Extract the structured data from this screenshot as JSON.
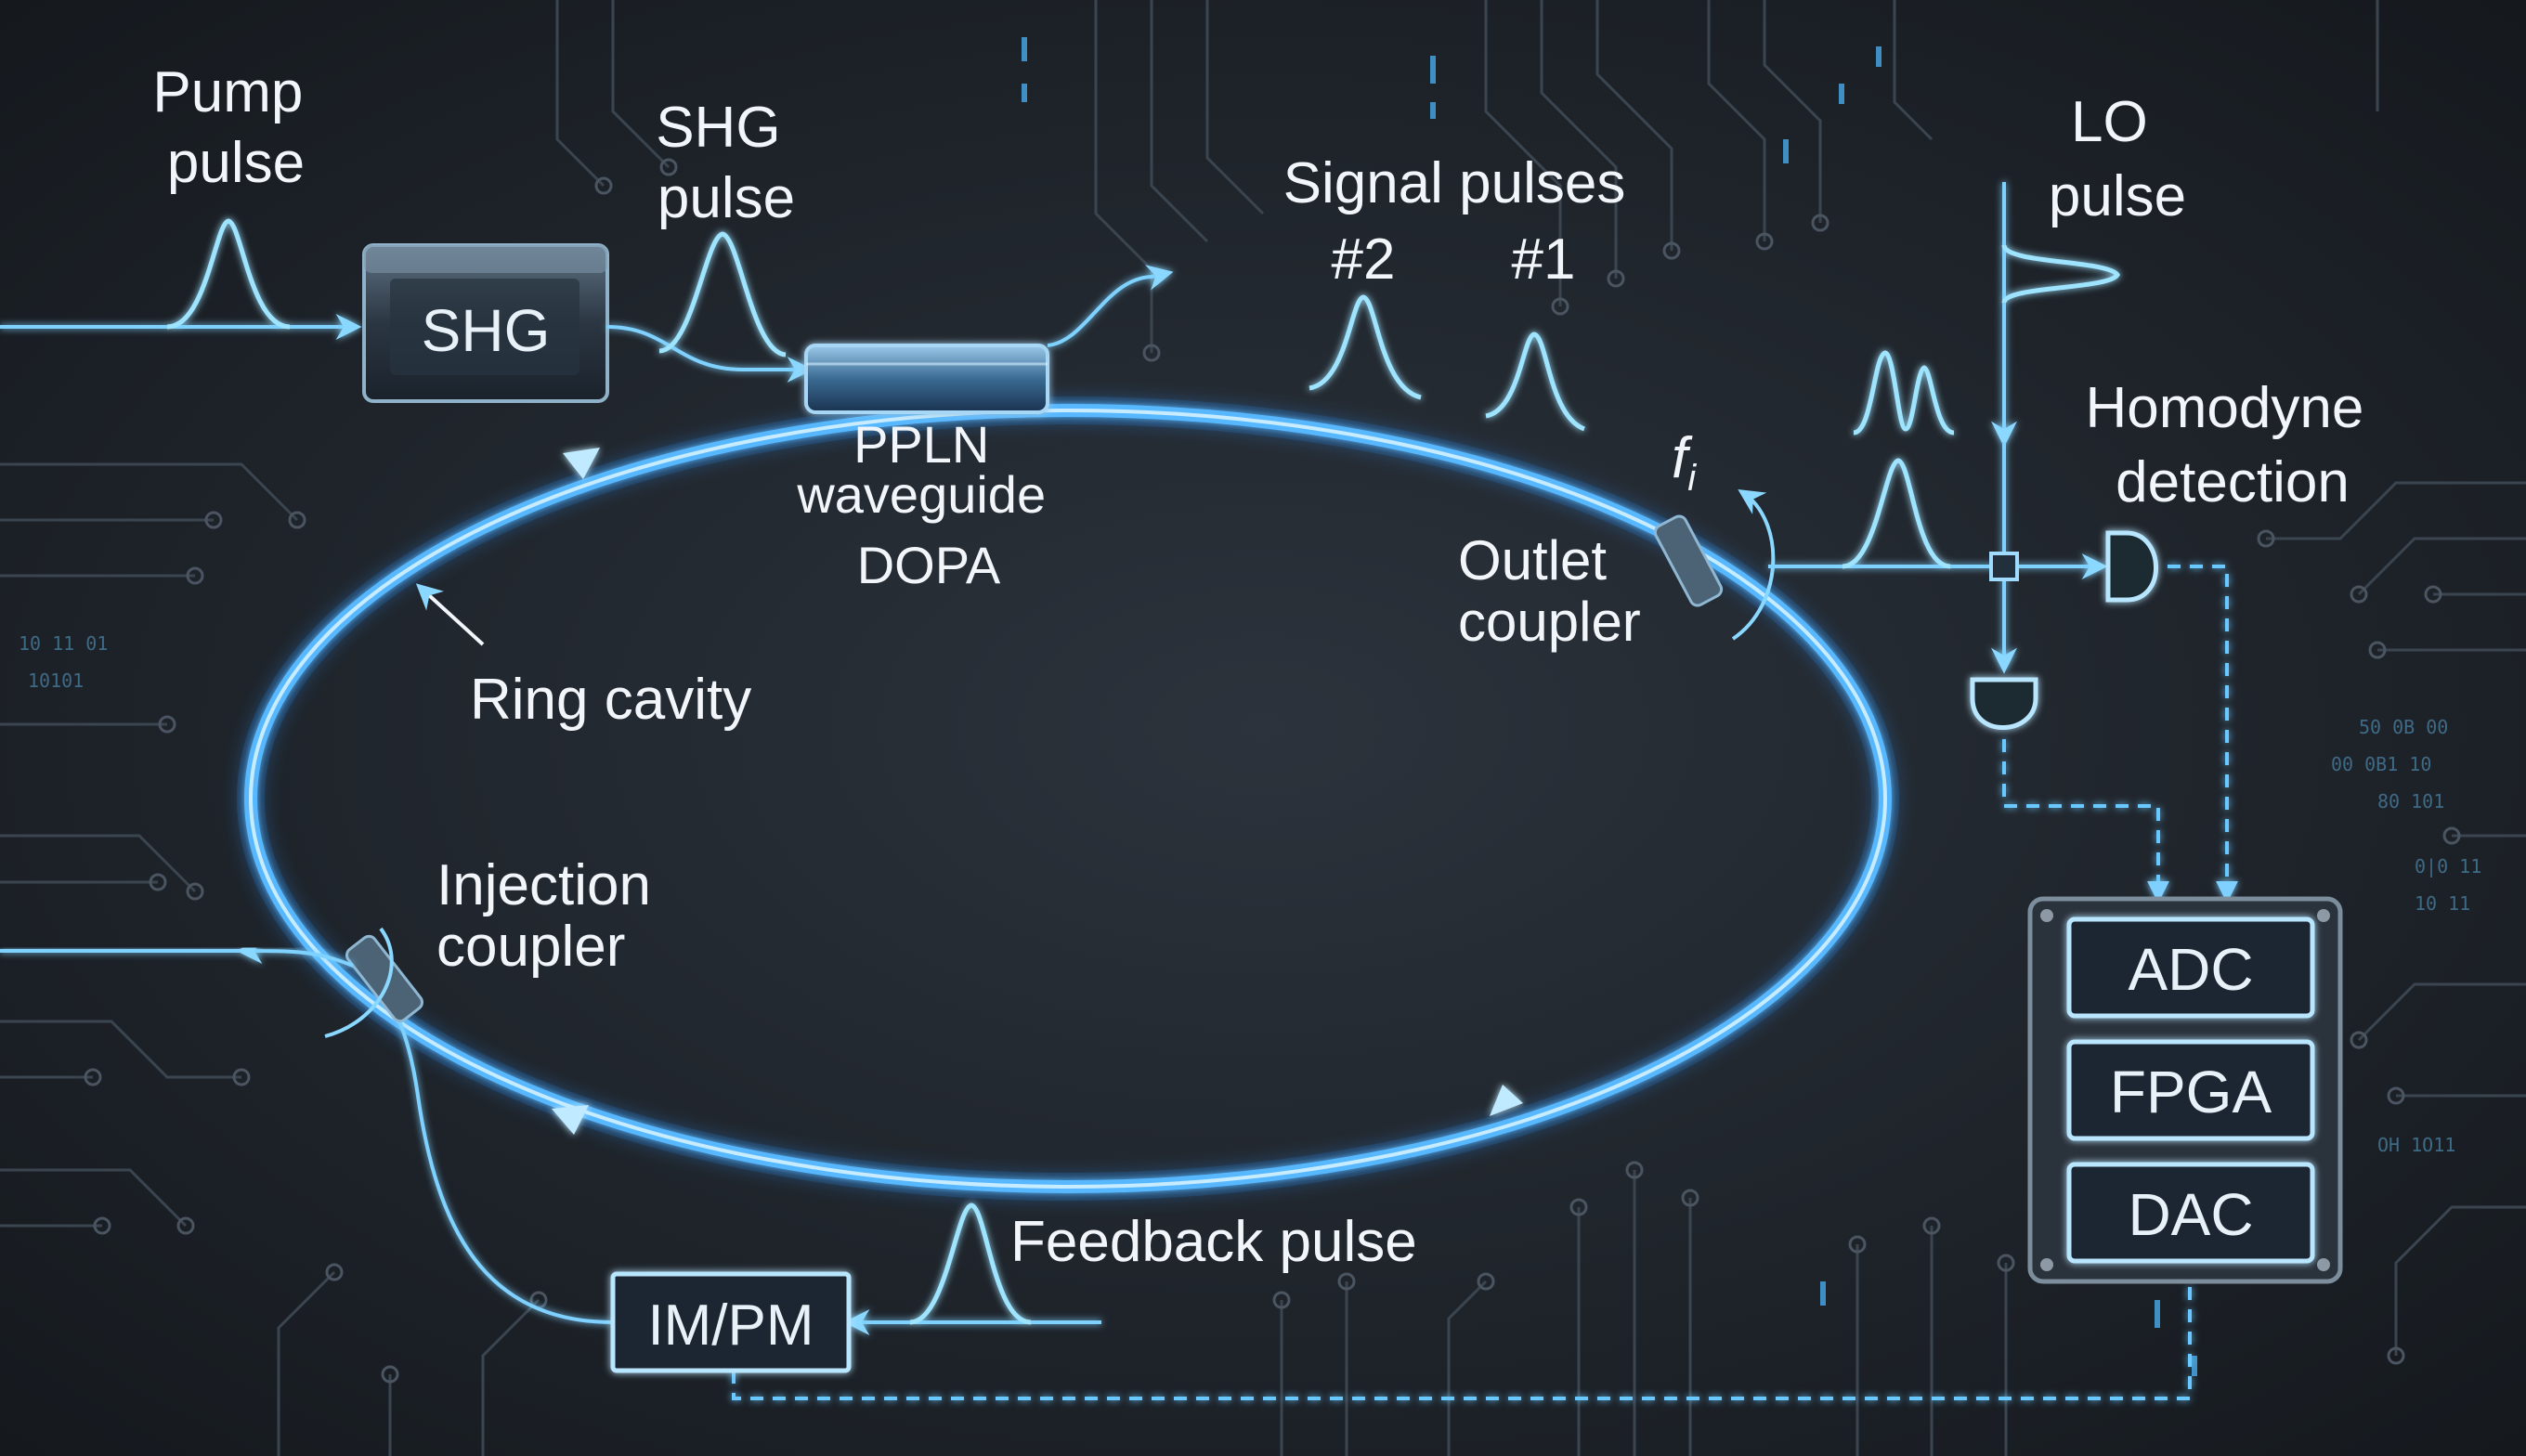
{
  "labels": {
    "pump": [
      "Pump",
      "pulse"
    ],
    "shg_pulse": [
      "SHG",
      "pulse"
    ],
    "shg_crystal": "SHG",
    "signal": [
      "Signal pulses"
    ],
    "signal_2": "#2",
    "signal_1": "#1",
    "lo": [
      "LO",
      "pulse"
    ],
    "ppln": [
      "PPLN",
      "waveguide",
      "DOPA"
    ],
    "homodyne": [
      "Homodyne",
      "detection"
    ],
    "outlet": [
      "Outlet",
      "coupler"
    ],
    "fi_main": "f",
    "fi_sub": "i",
    "ring": "Ring cavity",
    "injection": [
      "Injection",
      "coupler"
    ],
    "feedback": "Feedback pulse",
    "modulator": "IM/PM",
    "adc": "ADC",
    "fpga": "FPGA",
    "dac": "DAC"
  },
  "colors": {
    "background": "#1d2229",
    "ring": "#58b8ff",
    "beam": "#7fd2ff",
    "label": "#f2f6fa",
    "trace": "#3b4550"
  },
  "bits": {
    "left_1": "10 11 01",
    "left_2": "10101",
    "right_1": "50 0B 00",
    "right_2": "00 0B1 10",
    "right_3": "80 101",
    "right_4": "0|0 11",
    "right_5": "10 11",
    "right_6": "OH 1O11"
  }
}
